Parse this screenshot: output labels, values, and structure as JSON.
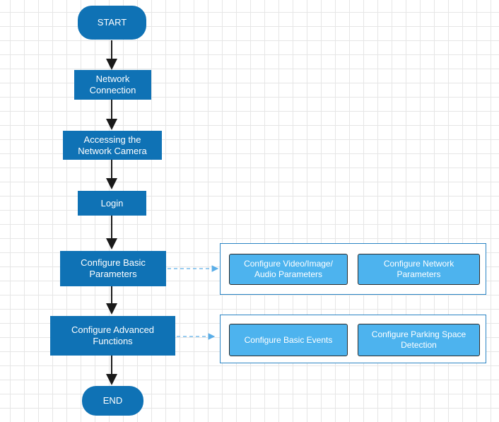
{
  "flow": {
    "start": "START",
    "network_connection": "Network\nConnection",
    "accessing_camera": "Accessing the\nNetwork Camera",
    "login": "Login",
    "configure_basic": "Configure Basic\nParameters",
    "configure_advanced": "Configure Advanced\nFunctions",
    "end": "END"
  },
  "basic_group": {
    "video_image_audio": "Configure Video/Image/\nAudio Parameters",
    "network": "Configure Network\nParameters"
  },
  "advanced_group": {
    "basic_events": "Configure Basic Events",
    "parking_space": "Configure Parking Space\nDetection"
  },
  "colors": {
    "primary_node": "#0f72b5",
    "sub_node": "#4db3ee",
    "dashed_connector": "#5aaee8",
    "arrow": "#1a1a1a"
  }
}
